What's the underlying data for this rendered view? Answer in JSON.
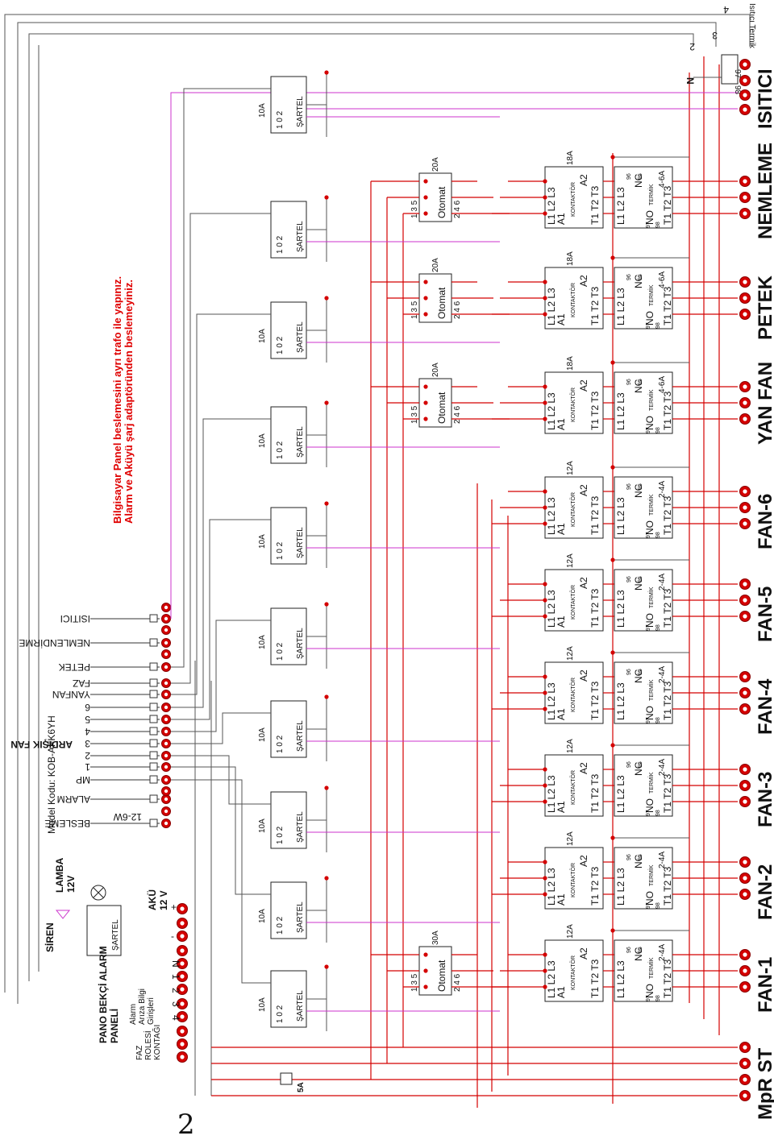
{
  "warning": {
    "line1": "Bilgisayar Panel beslemesini ayrı trafo ile yapınız.",
    "line2": "Alarm ve Aküyü şarj adaptöründen beslemeyiniz."
  },
  "model_code": "Model Kodu: KOB-AFK6YH",
  "panel": {
    "ardisik_fan": "ARDIŞIK FAN",
    "inputs": [
      "BESLEME",
      "ALARM",
      "MP",
      "1",
      "2",
      "3",
      "4",
      "5",
      "6",
      "YANFAN",
      "FAZ",
      "PETEK",
      "NEMLENDİRME",
      "ISITICI"
    ],
    "besleme_value": "12-6W"
  },
  "left": {
    "siren": "SİREN",
    "lamba": "LAMBA",
    "lamba_v": "12V",
    "akü": "AKÜ",
    "akü_v": "12 V",
    "sartel": "ŞARTEL",
    "pano_title_1": "PANO BEKÇİ ALARM",
    "pano_title_2": "PANELİ",
    "alarm_1": "Alarm",
    "alarm_2": "Arıza Bilgi",
    "alarm_3": "Girişleri",
    "faz_1": "FAZ",
    "faz_2": "ROLESİ",
    "faz_3": "KONTAĞI",
    "terminals": [
      "N",
      "1",
      "2",
      "3",
      "4"
    ]
  },
  "switches": [
    {
      "rating": "10A",
      "label": "ŞARTEL",
      "pos": "1  0  2"
    },
    {
      "rating": "10A",
      "label": "ŞARTEL",
      "pos": "1  0  2"
    },
    {
      "rating": "10A",
      "label": "ŞARTEL",
      "pos": "1  0  2"
    },
    {
      "rating": "10A",
      "label": "ŞARTEL",
      "pos": "1  0  2"
    },
    {
      "rating": "10A",
      "label": "ŞARTEL",
      "pos": "1  0  2"
    },
    {
      "rating": "10A",
      "label": "ŞARTEL",
      "pos": "1  0  2"
    },
    {
      "rating": "10A",
      "label": "ŞARTEL",
      "pos": "1  0  2"
    },
    {
      "rating": "10A",
      "label": "ŞARTEL",
      "pos": "1  0  2"
    },
    {
      "rating": "",
      "label": "ŞARTEL",
      "pos": "1  0  2"
    },
    {
      "rating": "10A",
      "label": "ŞARTEL",
      "pos": "1  0  2"
    }
  ],
  "fuse_5a": "5A",
  "breakers": [
    {
      "rating": "30A",
      "label": "Otomat",
      "top": "1  3  5",
      "bottom": "2  4  6"
    },
    {
      "rating": "20A",
      "label": "Otomat",
      "top": "1  3  5",
      "bottom": "2  4  6"
    },
    {
      "rating": "20A",
      "label": "Otomat",
      "top": "1  3  5",
      "bottom": "2  4  6"
    },
    {
      "rating": "20A",
      "label": "Otomat",
      "top": "1  3  5",
      "bottom": "2  4  6"
    }
  ],
  "channels": [
    {
      "name": "FAN-1",
      "contactor": "12A",
      "thermal": "2-4A"
    },
    {
      "name": "FAN-2",
      "contactor": "12A",
      "thermal": "2-4A"
    },
    {
      "name": "FAN-3",
      "contactor": "12A",
      "thermal": "2-4A"
    },
    {
      "name": "FAN-4",
      "contactor": "12A",
      "thermal": "2-4A"
    },
    {
      "name": "FAN-5",
      "contactor": "12A",
      "thermal": "2-4A"
    },
    {
      "name": "FAN-6",
      "contactor": "12A",
      "thermal": "2-4A"
    },
    {
      "name": "YAN FAN",
      "contactor": "18A",
      "thermal": "4-6A"
    },
    {
      "name": "PETEK",
      "contactor": "18A",
      "thermal": "4-6A"
    },
    {
      "name": "NEMLEME",
      "contactor": "18A",
      "thermal": "4-6A"
    }
  ],
  "contactor_text": {
    "kontaktor": "KONTAKTÖR",
    "top": "L1  L2  L3",
    "bottom": "T1  T2  T3",
    "a1": "A1",
    "a2": "A2"
  },
  "thermal_text": {
    "termik": "TERMİK",
    "top": "L1  L2  L3",
    "bottom": "T1  T2  T3",
    "nc": "NC",
    "no": "NO",
    "c95": "95",
    "c96": "96",
    "c97": "97",
    "c98": "98"
  },
  "isitici": {
    "name": "ISITICI",
    "n": "N",
    "t97": "97",
    "t98": "98",
    "termik": "Isıtıcı Termik"
  },
  "mpr_st": "MpR ST",
  "top_numbers": {
    "n2": "2",
    "n3": "3",
    "n4": "4"
  },
  "page_number": "2"
}
